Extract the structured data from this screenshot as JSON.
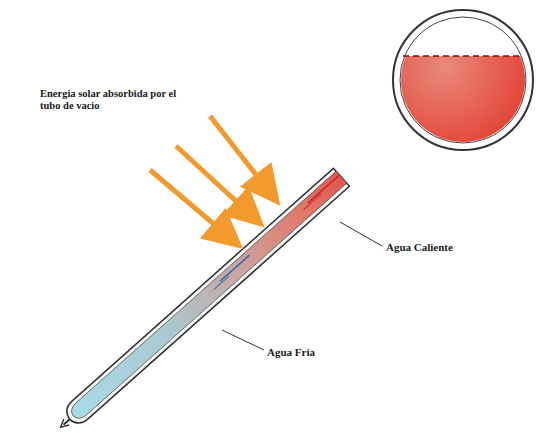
{
  "diagram": {
    "labels": [
      "Energia solar absorbida por el tubo de vacio",
      "Agua Caliente",
      "Agua Fria"
    ]
  }
}
